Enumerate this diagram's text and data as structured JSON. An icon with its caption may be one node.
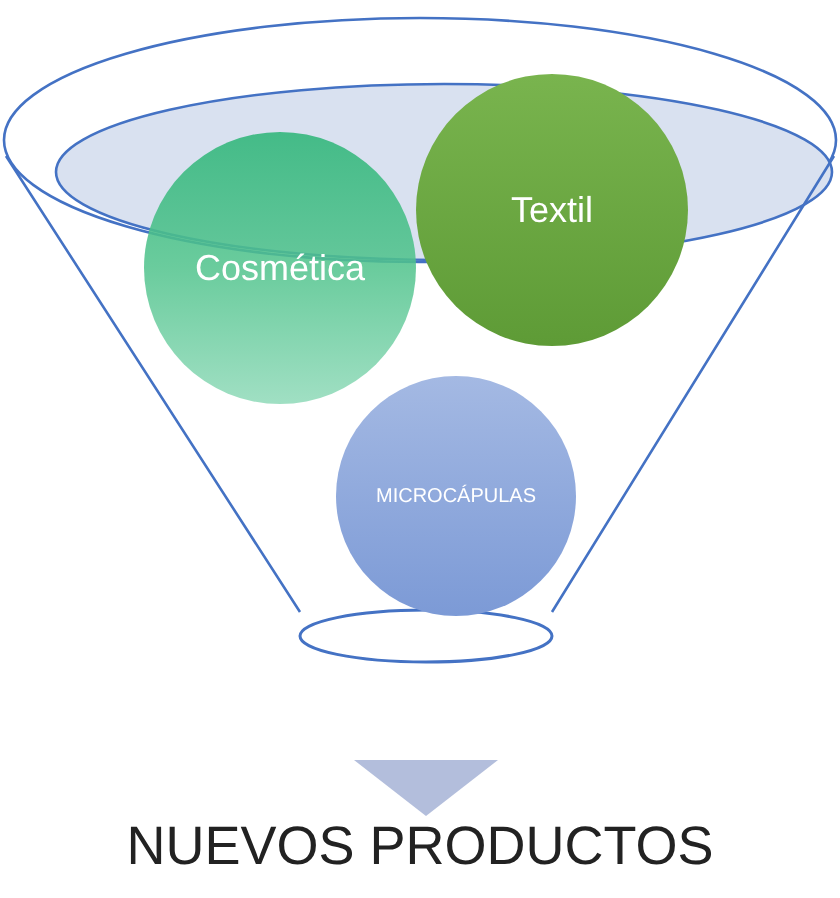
{
  "diagram": {
    "nodes": [
      {
        "text": [],
        "shape": "funnel"
      },
      {
        "text": [
          "Cosmética"
        ],
        "in": 0
      },
      {
        "text": [
          "Textil"
        ],
        "in": 0
      },
      {
        "text": [
          "MICROCÁPULAS"
        ],
        "in": 0
      },
      {
        "text": [
          "NUEVOS PRODUCTOS"
        ]
      }
    ],
    "edges": [
      {
        "from": 0,
        "to": 4,
        "arrow": "to",
        "style": "thick"
      }
    ]
  }
}
